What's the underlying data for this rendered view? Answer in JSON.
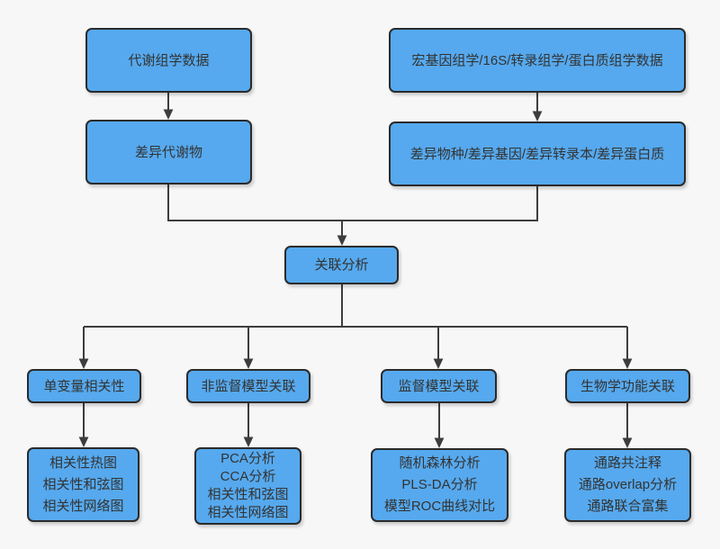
{
  "diagram": {
    "title": "multi-omics association analysis flowchart",
    "colors": {
      "node_fill": "#56a9ee",
      "node_border": "#2b2b2b",
      "node_text": "#333333",
      "connector": "#3d3d3d",
      "canvas_bg": "#f7f7f7"
    },
    "nodes": {
      "metabolomics_data": {
        "label": "代谢组学数据"
      },
      "multi_omics_data": {
        "label": "宏基因组学/16S/转录组学/蛋白质组学数据"
      },
      "diff_metabolites": {
        "label": "差异代谢物"
      },
      "diff_features": {
        "label": "差异物种/差异基因/差异转录本/差异蛋白质"
      },
      "association_analysis": {
        "label": "关联分析"
      },
      "univariate_correlation": {
        "label": "单变量相关性"
      },
      "unsupervised_model": {
        "label": "非监督模型关联"
      },
      "supervised_model": {
        "label": "监督模型关联"
      },
      "biological_function": {
        "label": "生物学功能关联"
      },
      "univariate_outputs": {
        "lines": [
          "相关性热图",
          "相关性和弦图",
          "相关性网络图"
        ]
      },
      "unsupervised_outputs": {
        "lines": [
          "PCA分析",
          "CCA分析",
          "相关性和弦图",
          "相关性网络图"
        ]
      },
      "supervised_outputs": {
        "lines": [
          "随机森林分析",
          "PLS-DA分析",
          "模型ROC曲线对比"
        ]
      },
      "biofunction_outputs": {
        "lines": [
          "通路共注释",
          "通路overlap分析",
          "通路联合富集"
        ]
      }
    }
  }
}
